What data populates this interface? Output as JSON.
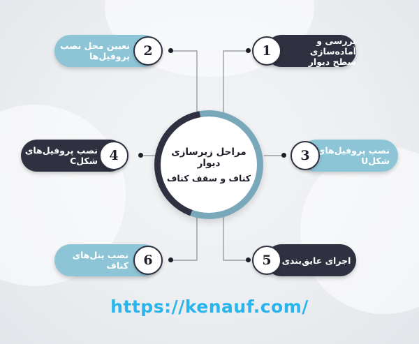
{
  "diagram": {
    "center": {
      "title": "مراحل زیرسازی دیوار",
      "subtitle": "کناف و سقف کناف"
    },
    "steps": [
      {
        "number": "1",
        "label": "بررسی و آماده‌سازی\nسطح دیوار"
      },
      {
        "number": "2",
        "label": "تعیین محل نصب\nپروفیل‌ها"
      },
      {
        "number": "3",
        "label": "نصب پروفیل‌های\nشکلU"
      },
      {
        "number": "4",
        "label": "نصب پروفیل‌های\nشکلC"
      },
      {
        "number": "5",
        "label": "اجرای عایق‌بندی"
      },
      {
        "number": "6",
        "label": "نصب پنل‌های کناف"
      }
    ],
    "url": "https://kenauf.com/"
  },
  "colors": {
    "dark_pill": "#2f3140",
    "light_pill": "#8ec5d6",
    "ring": "#7aa8bb",
    "url": "#27b5ec"
  }
}
